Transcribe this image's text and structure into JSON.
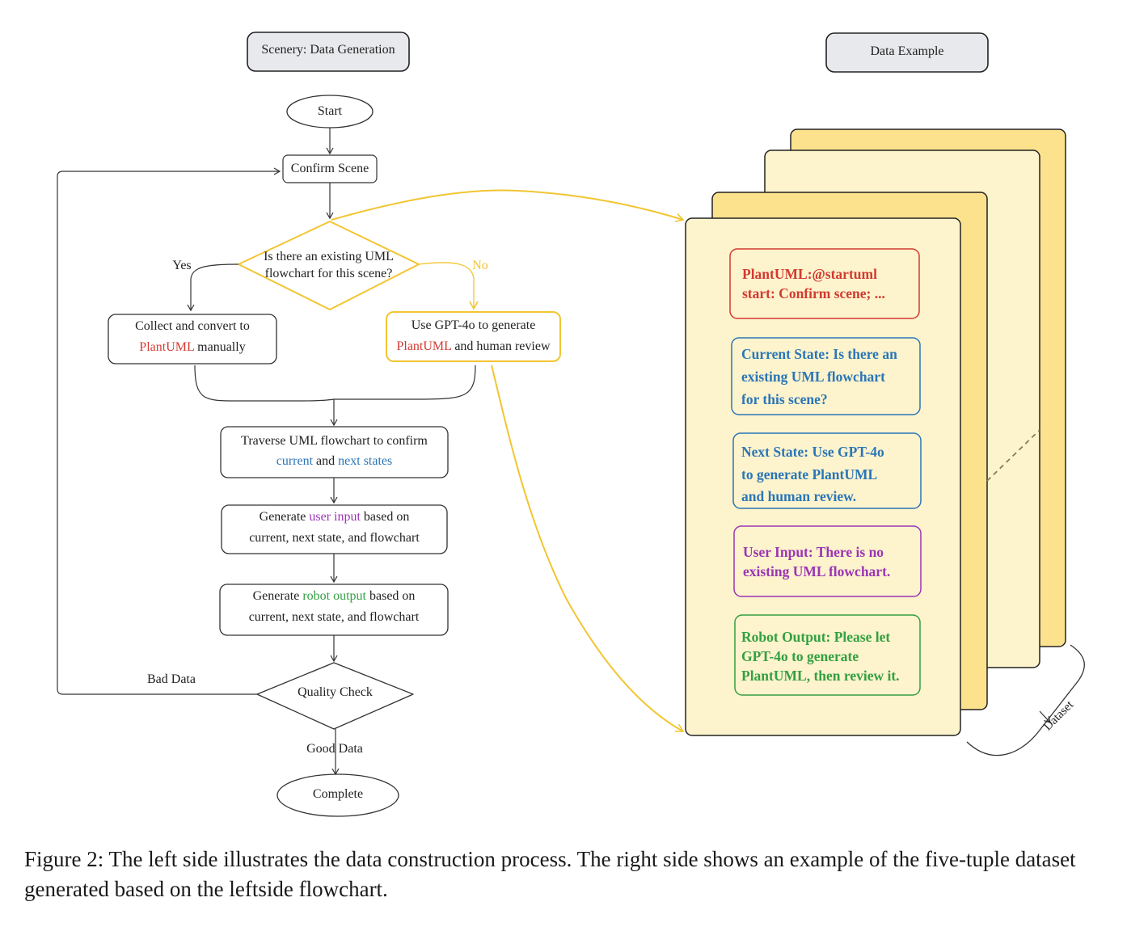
{
  "headers": {
    "left": "Scenery: Data Generation",
    "right": "Data Example"
  },
  "flow": {
    "start": "Start",
    "confirm": "Confirm Scene",
    "decision": [
      "Is there an existing UML",
      "flowchart for this scene?"
    ],
    "yes": "Yes",
    "no": "No",
    "collect_line1": "Collect and convert to",
    "collect_plantuml": "PlantUML",
    "collect_tail": " manually",
    "gpt_line1": "Use GPT-4o to generate",
    "gpt_plantuml": "PlantUML",
    "gpt_tail": " and human review",
    "traverse_line1": "Traverse UML flowchart to confirm",
    "traverse_current": "current",
    "traverse_and": " and ",
    "traverse_next": "next states",
    "userinput_pre": "Generate ",
    "userinput_hl": "user input",
    "userinput_post": " based on",
    "userinput_line2": "current, next state, and flowchart",
    "robot_pre": "Generate ",
    "robot_hl": "robot output",
    "robot_post": " based on",
    "robot_line2": "current, next state, and flowchart",
    "quality": "Quality Check",
    "bad": "Bad Data",
    "good": "Good Data",
    "complete": "Complete"
  },
  "cards": {
    "plantuml": [
      "PlantUML:@startuml",
      "start: Confirm scene; ..."
    ],
    "current_state": [
      "Current State: Is there an",
      "existing UML flowchart",
      "for this scene?"
    ],
    "next_state": [
      "Next State: Use GPT-4o",
      "to generate PlantUML",
      "and human review."
    ],
    "user_input": [
      "User Input: There is no",
      "existing UML flowchart."
    ],
    "robot_output": [
      "Robot Output: Please let",
      "GPT-4o to generate",
      "PlantUML, then review it."
    ]
  },
  "dataset_label": "Dataset",
  "caption": "Figure 2: The left side illustrates the data construction process. The right side shows an example of the five-tuple dataset generated based on the leftside flowchart.",
  "colors": {
    "yellow": "#f2c531",
    "card_fill": "#fdf3cc",
    "red": "#d23a32",
    "blue": "#2a76b8",
    "purple": "#9b35b6",
    "green": "#33a043"
  }
}
